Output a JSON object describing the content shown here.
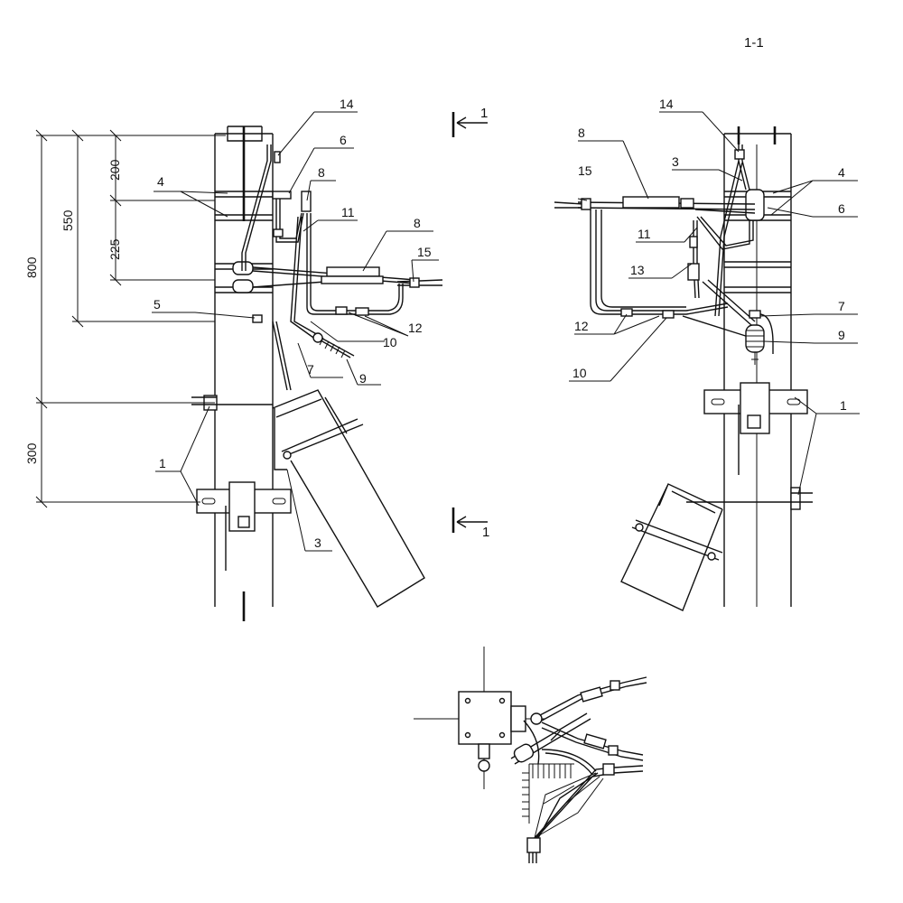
{
  "section_title": "1-1",
  "section_marks": {
    "top": "1",
    "bottom": "1"
  },
  "dimensions": {
    "total": "800",
    "upper": "550",
    "top": "200",
    "middle": "225",
    "lower": "300"
  },
  "left_view": {
    "labels": [
      "14",
      "6",
      "4",
      "8",
      "11",
      "8",
      "15",
      "5",
      "12",
      "10",
      "7",
      "9",
      "1",
      "3"
    ]
  },
  "right_view": {
    "labels": [
      "14",
      "8",
      "3",
      "15",
      "4",
      "6",
      "11",
      "13",
      "7",
      "9",
      "12",
      "10",
      "1"
    ]
  }
}
